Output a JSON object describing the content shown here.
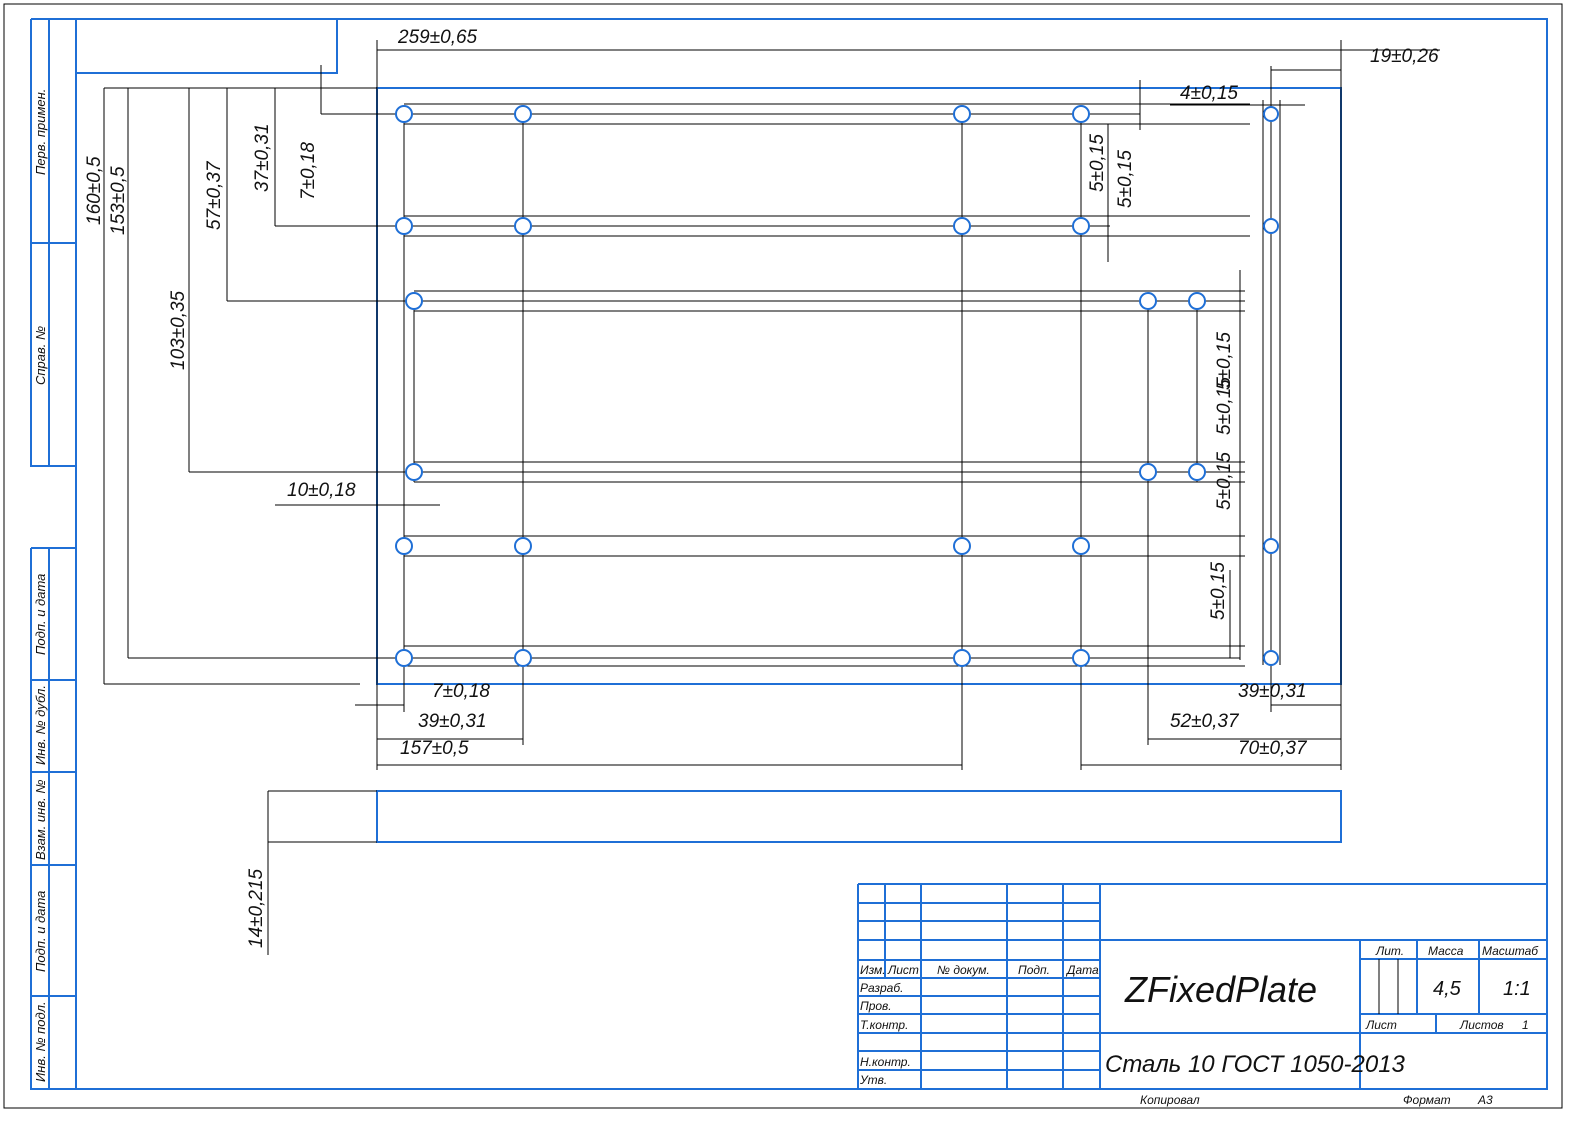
{
  "side_strip": [
    "Перв. примен.",
    "Справ. №",
    "Подп. и дата",
    "Инв. № дубл.",
    "Взам. инв. №",
    "Подп. и дата",
    "Инв. № подл."
  ],
  "dims": [
    "259±0,65",
    "19±0,26",
    "4±0,15",
    "160±0,5",
    "153±0,5",
    "103±0,35",
    "57±0,37",
    "37±0,31",
    "7±0,18",
    "5±0,15",
    "5±0,15",
    "10±0,18",
    "5±0,15",
    "5±0,15",
    "5±0,15",
    "5±0,15",
    "7±0,18",
    "39±0,31",
    "157±0,5",
    "39±0,31",
    "52±0,37",
    "70±0,37",
    "14±0,215"
  ],
  "title_block": {
    "headers": [
      "Изм.",
      "Лист",
      "№ докум.",
      "Подп.",
      "Дата"
    ],
    "roles": [
      "Разраб.",
      "Пров.",
      "Т.контр.",
      "Н.контр.",
      "Утв."
    ],
    "name": "ZFixedPlate",
    "material": "Сталь 10  ГОСТ 1050-2013",
    "lit_label": "Лит.",
    "mass_label": "Масса",
    "scale_label": "Масштаб",
    "mass": "4,5",
    "scale": "1:1",
    "sheet_label": "Лист",
    "sheets_label": "Листов",
    "sheets": "1"
  },
  "footer": {
    "copied": "Копировал",
    "format_label": "Формат",
    "format": "А3"
  }
}
